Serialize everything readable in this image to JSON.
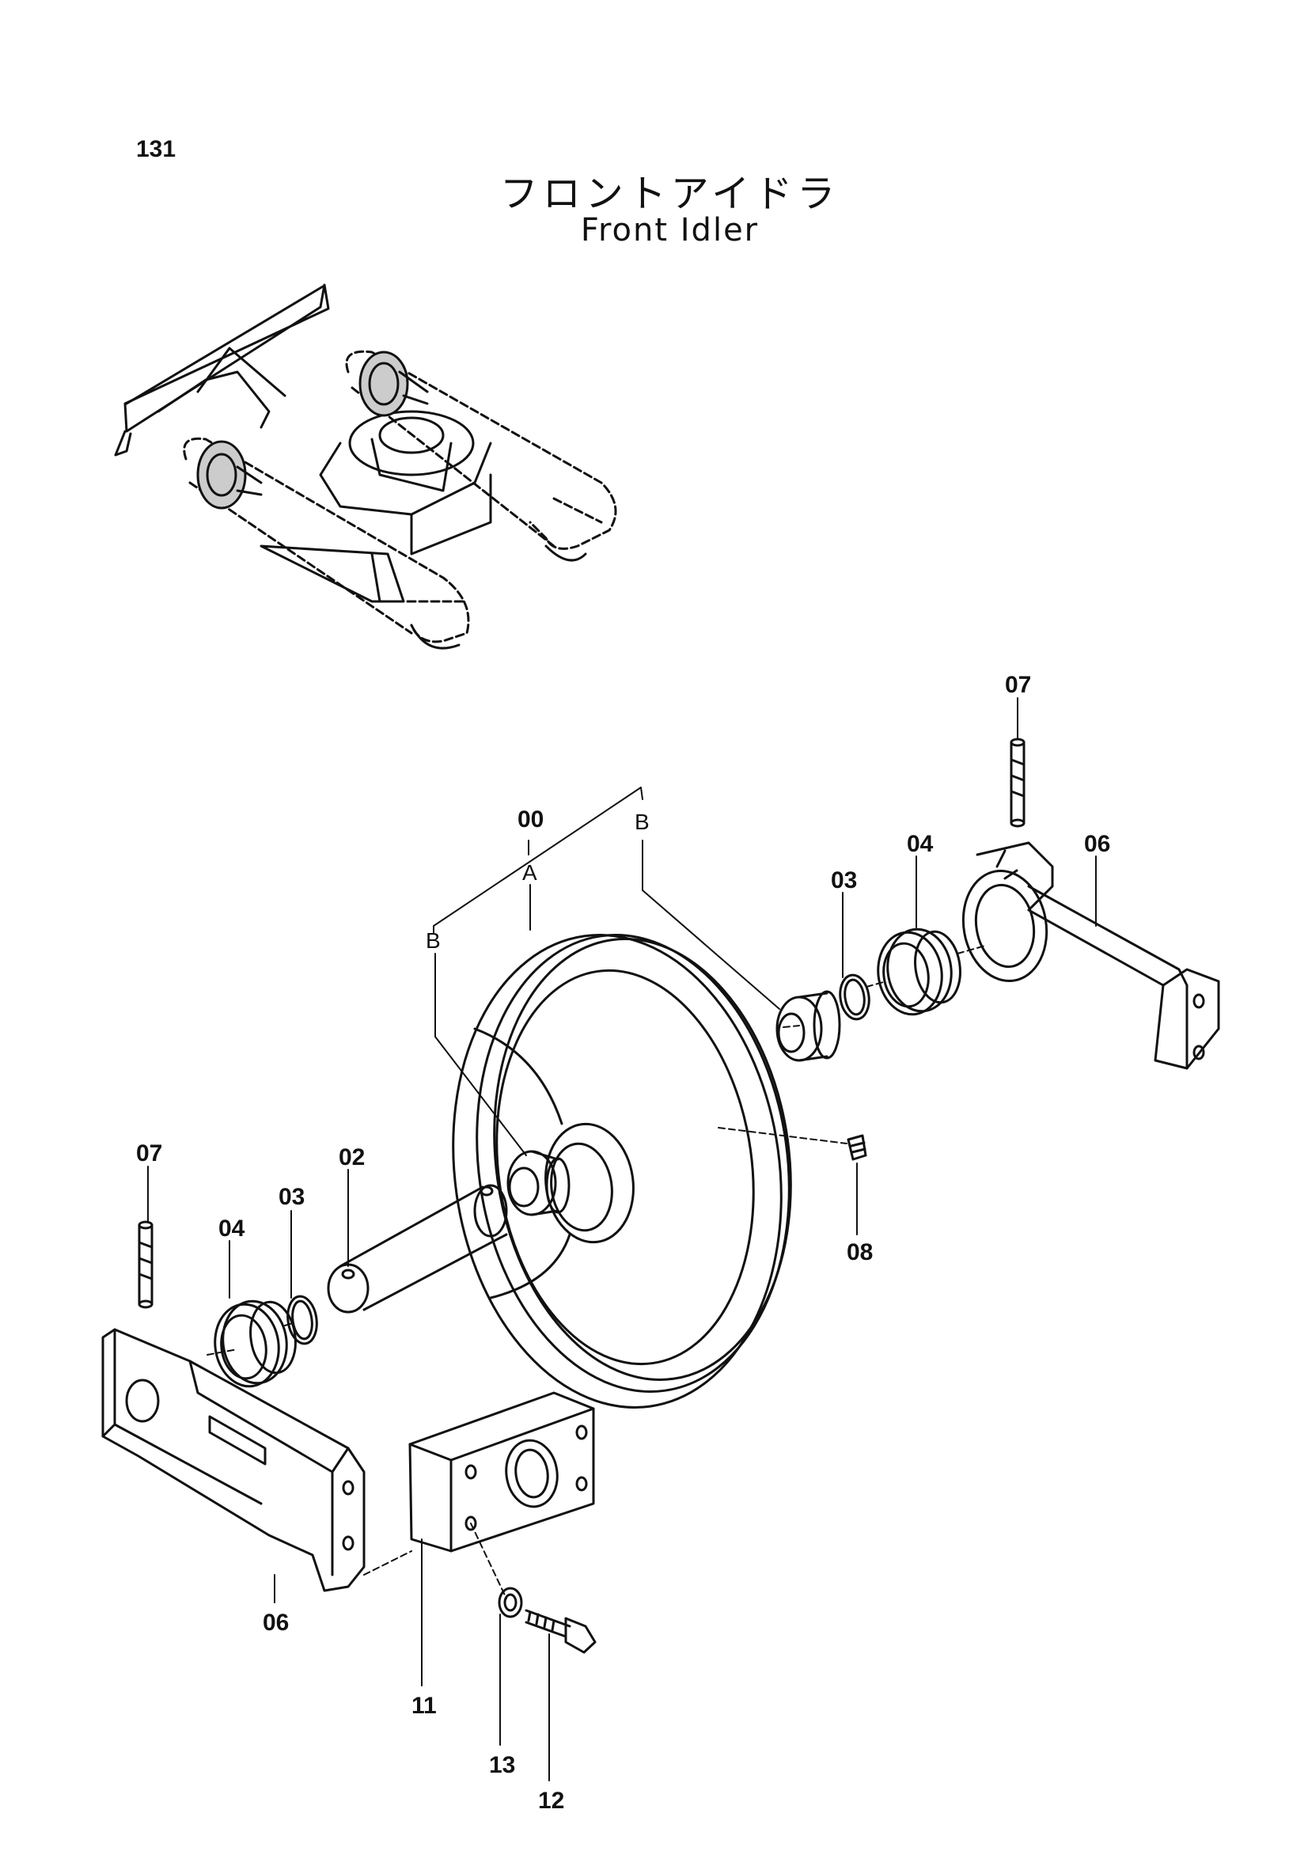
{
  "page": {
    "number": "131"
  },
  "title": {
    "japanese": "フロントアイドラ",
    "english": "Front Idler"
  },
  "callouts": [
    {
      "id": "c00",
      "text": "00"
    },
    {
      "id": "cA",
      "text": "A"
    },
    {
      "id": "cB1",
      "text": "B"
    },
    {
      "id": "cB2",
      "text": "B"
    },
    {
      "id": "c02",
      "text": "02"
    },
    {
      "id": "c03a",
      "text": "03"
    },
    {
      "id": "c03b",
      "text": "03"
    },
    {
      "id": "c04a",
      "text": "04"
    },
    {
      "id": "c04b",
      "text": "04"
    },
    {
      "id": "c06a",
      "text": "06"
    },
    {
      "id": "c06b",
      "text": "06"
    },
    {
      "id": "c07a",
      "text": "07"
    },
    {
      "id": "c07b",
      "text": "07"
    },
    {
      "id": "c08",
      "text": "08"
    },
    {
      "id": "c11",
      "text": "11"
    },
    {
      "id": "c12",
      "text": "12"
    },
    {
      "id": "c13",
      "text": "13"
    }
  ]
}
